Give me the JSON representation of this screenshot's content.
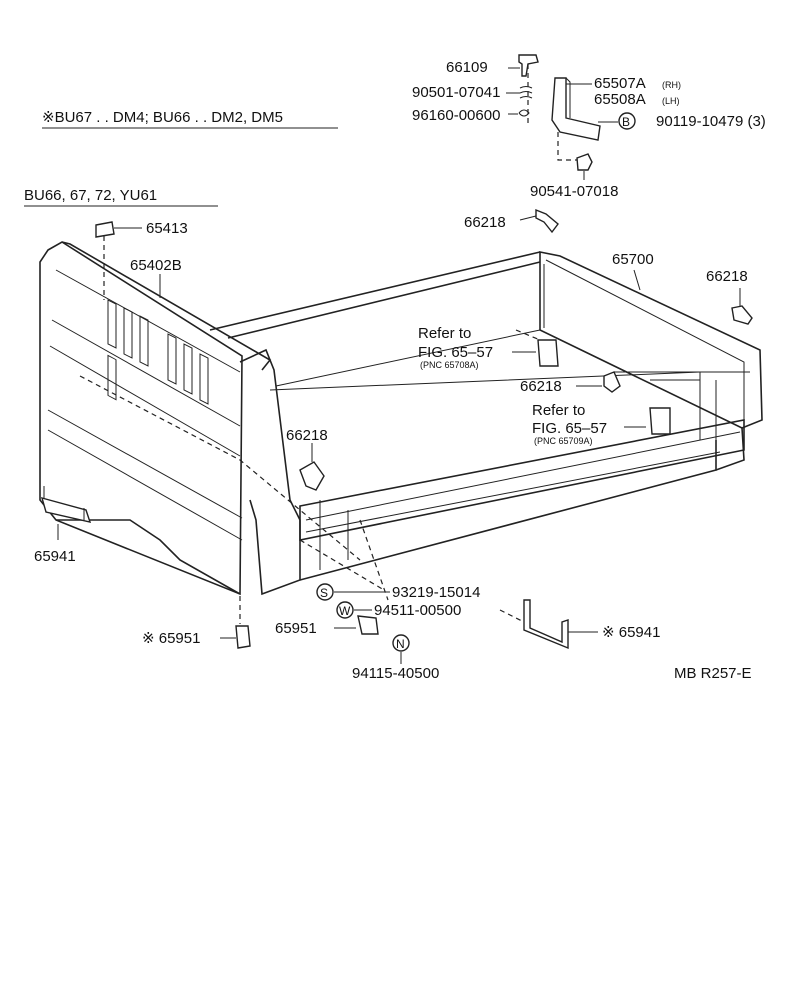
{
  "header": {
    "variant_note": "※BU67 . . DM4; BU66 . . DM2, DM5",
    "models": "BU66, 67, 72, YU61"
  },
  "labels": {
    "p66109": "66109",
    "p90501": "90501-07041",
    "p96160": "96160-00600",
    "p65507": "65507A",
    "p65507_side": "(RH)",
    "p65508": "65508A",
    "p65508_side": "(LH)",
    "p90119": "90119-10479 (3)",
    "p90541": "90541-07018",
    "p66218_top": "66218",
    "p65413": "65413",
    "p65402": "65402B",
    "p65700": "65700",
    "p66218_right": "66218",
    "refer1_a": "Refer to",
    "refer1_b": "FIG. 65–57",
    "refer1_pnc": "(PNC 65708A)",
    "p66218_mid": "66218",
    "refer2_a": "Refer to",
    "refer2_b": "FIG. 65–57",
    "refer2_pnc": "(PNC 65709A)",
    "p66218_left": "66218",
    "p65941_left": "65941",
    "p93219": "93219-15014",
    "p94511": "94511-00500",
    "p65951_left": "※ 65951",
    "p65951_mid": "65951",
    "p65941_right": "※ 65941",
    "p94115": "94115-40500",
    "drawing_code": "MB R257-E",
    "badge_b": "B",
    "badge_s": "S",
    "badge_w": "W",
    "badge_n": "N"
  }
}
